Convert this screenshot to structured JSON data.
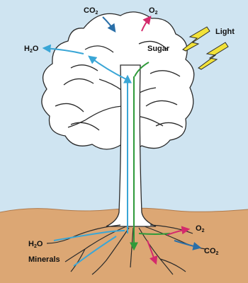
{
  "labels": {
    "co2_top": "CO",
    "co2_top_sub": "2",
    "o2_top": "O",
    "o2_top_sub": "2",
    "h2o_left": "H",
    "h2o_left_sub": "2",
    "h2o_left_tail": "O",
    "light": "Light",
    "sugar": "Sugar",
    "o2_root": "O",
    "o2_root_sub": "2",
    "co2_root": "CO",
    "co2_root_sub": "2",
    "h2o_root": "H",
    "h2o_root_sub": "2",
    "h2o_root_tail": "O",
    "minerals": "Minerals"
  },
  "colors": {
    "sky": "#cfe4f1",
    "soil": "#dca774",
    "soil_line": "#b07a4c",
    "foliage": "#ffffff",
    "outline": "#2a2a2a",
    "water_flow": "#3aa6d6",
    "sugar_flow": "#2f9a3a",
    "gas_out": "#d42a6c",
    "gas_in": "#2a6fa8",
    "lightning": "#f2e23a"
  },
  "icons": {
    "light": "lightning-bolt-icon"
  }
}
